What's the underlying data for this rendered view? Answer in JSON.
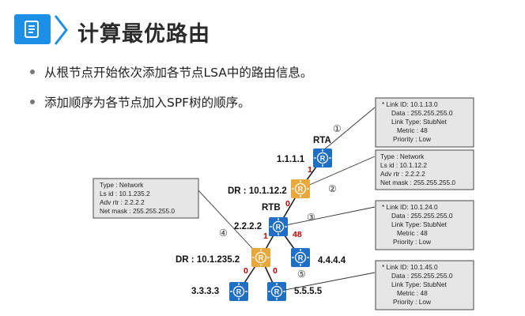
{
  "title": "计算最优路由",
  "bullets": [
    "从根节点开始依次添加各节点LSA中的路由信息。",
    "添加顺序为各节点加入SPF树的顺序。"
  ],
  "colors": {
    "accent": "#1e8fe6",
    "router": "#1f6fc4",
    "dr": "#e8a83b",
    "cost": "#c00000"
  },
  "nodes": {
    "rta": {
      "name": "RTA",
      "id": "1.1.1.1"
    },
    "dr1": {
      "label": "DR : 10.1.12.2"
    },
    "rtb": {
      "name": "RTB",
      "id": "2.2.2.2"
    },
    "dr2": {
      "label": "DR : 10.1.235.2"
    },
    "r4": {
      "id": "4.4.4.4"
    },
    "r3": {
      "id": "3.3.3.3"
    },
    "r5": {
      "id": "5.5.5.5"
    }
  },
  "costs": {
    "rta_dr1": "1",
    "dr1_rtb": "0",
    "rtb_dr2": "1",
    "rtb_r4": "48",
    "dr2_r3": "0",
    "dr2_r5": "0"
  },
  "steps": [
    "①",
    "②",
    "③",
    "④",
    "⑤"
  ],
  "lsa_boxes": {
    "box1": [
      "* Link ID: 10.1.13.0",
      "Data    : 255.255.255.0",
      "Link Type: StubNet",
      "Metric : 48",
      "Priority : Low"
    ],
    "box2": [
      "Type     : Network",
      "Ls id     : 10.1.12.2",
      "Adv rtr   : 2.2.2.2",
      "Net mask : 255.255.255.0"
    ],
    "box3": [
      "* Link ID: 10.1.24.0",
      "Data    : 255.255.255.0",
      "Link Type: StubNet",
      "Metric : 48",
      "Priority : Low"
    ],
    "box4": [
      "Type     : Network",
      "Ls id     : 10.1.235.2",
      "Adv rtr   : 2.2.2.2",
      "Net mask : 255.255.255.0"
    ],
    "box5": [
      "* Link ID: 10.1.45.0",
      "Data    : 255.255.255.0",
      "Link Type: StubNet",
      "Metric : 48",
      "Priority : Low"
    ]
  }
}
